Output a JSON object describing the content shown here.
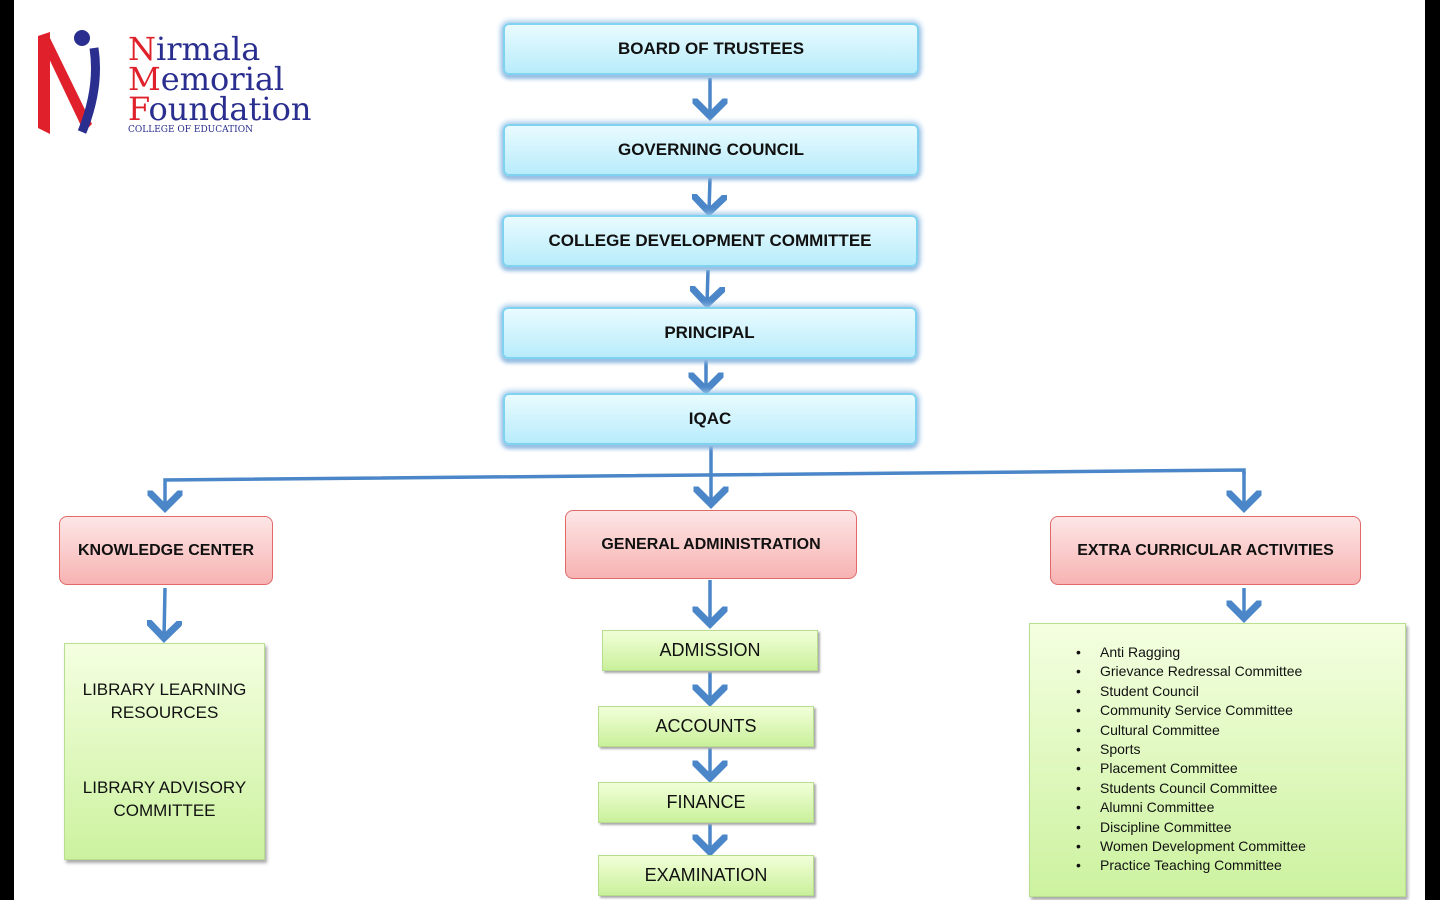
{
  "logo": {
    "line1": "Nirmala",
    "line2": "Memorial",
    "line3": "Foundation",
    "subtitle": "COLLEGE OF EDUCATION"
  },
  "colors": {
    "arrow": "#4a86c8",
    "blue_box": "#c9f0fb",
    "red_box": "#f9c4c3",
    "green_box": "#d9f7b2",
    "logo_red": "#e0202a",
    "logo_blue": "#2a2f8f"
  },
  "chain": [
    "BOARD OF TRUSTEES",
    "GOVERNING COUNCIL",
    "COLLEGE DEVELOPMENT COMMITTEE",
    "PRINCIPAL",
    "IQAC"
  ],
  "branches": {
    "knowledge": "KNOWLEDGE CENTER",
    "admin": "GENERAL ADMINISTRATION",
    "extra": "EXTRA CURRICULAR ACTIVITIES"
  },
  "knowledge_items": [
    "LIBRARY LEARNING RESOURCES",
    "LIBRARY ADVISORY COMMITTEE"
  ],
  "admin_items": [
    "ADMISSION",
    "ACCOUNTS",
    "FINANCE",
    "EXAMINATION"
  ],
  "extra_items": [
    "Anti Ragging",
    "Grievance Redressal Committee",
    "Student Council",
    "Community Service Committee",
    "Cultural Committee",
    "Sports",
    "Placement Committee",
    "Students Council Committee",
    "Alumni Committee",
    "Discipline Committee",
    "Women Development Committee",
    "Practice Teaching Committee"
  ]
}
